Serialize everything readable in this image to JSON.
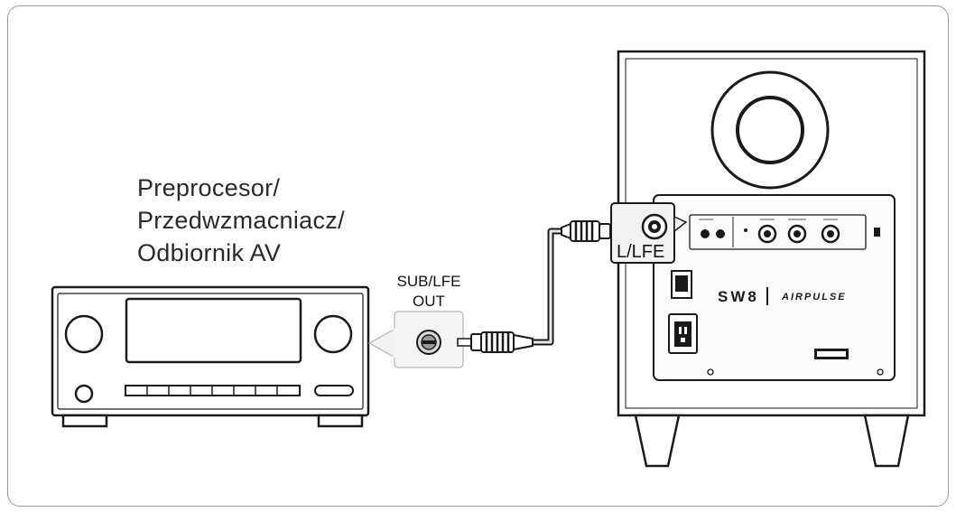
{
  "receiver": {
    "label_lines": [
      "Preprocesor/",
      "Przedwzmacniacz/",
      "Odbiornik AV"
    ],
    "port_label_lines": [
      "SUB/LFE",
      "OUT"
    ]
  },
  "subwoofer": {
    "input_label": "L/LFE",
    "model": "SW8",
    "brand": "AIRPULSE"
  }
}
